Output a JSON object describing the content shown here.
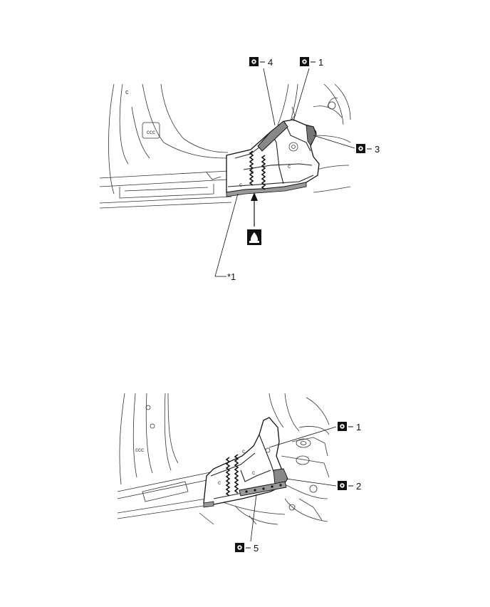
{
  "top_view": {
    "callouts": [
      "4",
      "1",
      "3"
    ],
    "reference_label": "*1",
    "sealer_symbol": "sealer-icon"
  },
  "bottom_view": {
    "callouts": [
      "1",
      "2",
      "5"
    ]
  },
  "callout_symbol": "spot-weld-icon"
}
